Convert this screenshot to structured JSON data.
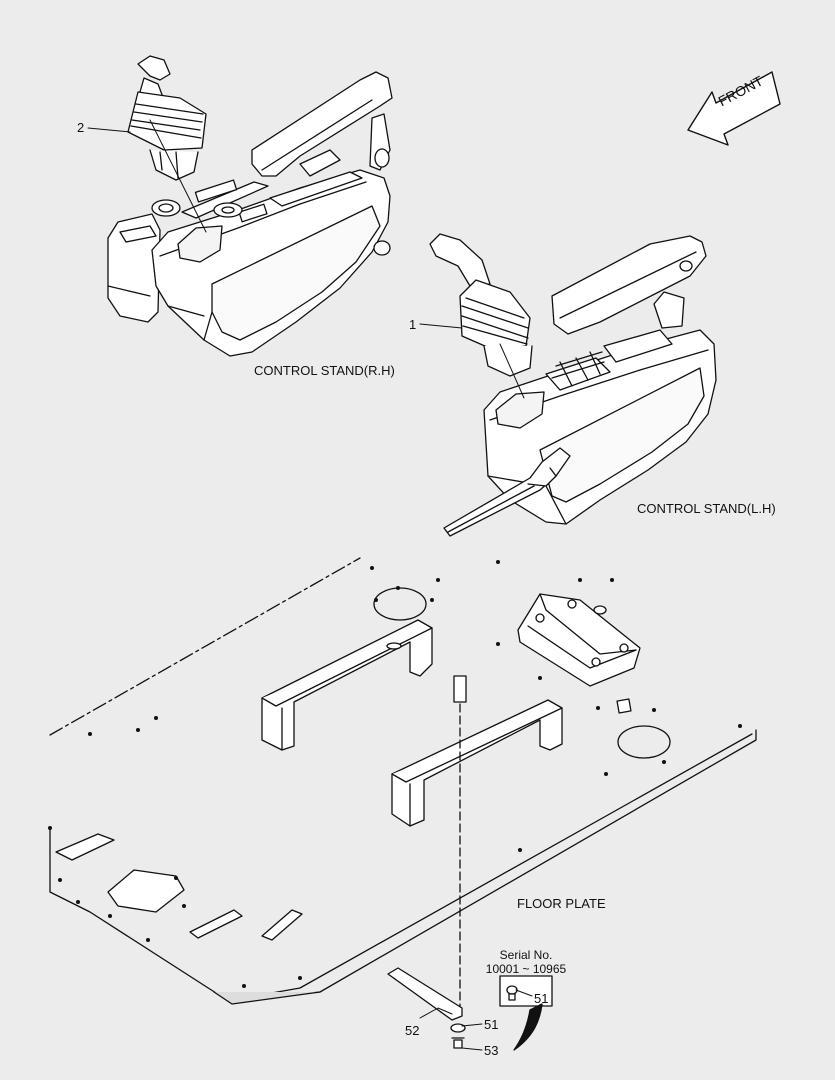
{
  "labels": {
    "front": "FRONT",
    "control_stand_rh": "CONTROL STAND(R.H)",
    "control_stand_lh": "CONTROL STAND(L.H)",
    "floor_plate": "FLOOR PLATE",
    "serial_title": "Serial No.",
    "serial_range": "10001 ~ 10965"
  },
  "callouts": {
    "joystick_lh": "1",
    "joystick_rh": "2",
    "bolt_serial": "51",
    "washer": "51",
    "strap": "52",
    "bolt": "53"
  }
}
